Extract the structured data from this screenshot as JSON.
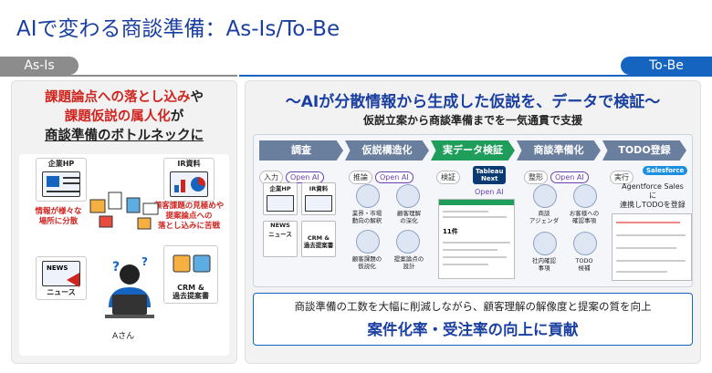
{
  "title": {
    "prefix": "AIで変わる",
    "main": "商談準備：As-Is/To-Be"
  },
  "labels": {
    "asis": "As-Is",
    "tobe": "To-Be"
  },
  "asis": {
    "head_line1_red": "課題論点への落とし込み",
    "head_line1_blk": "や",
    "head_line2_red": "課題仮説の属人化",
    "head_line2_blk": "が",
    "head_line3": "商談準備のボトルネックに",
    "cards": {
      "hp": "企業HP",
      "ir": "IR資料",
      "news": "ニュース",
      "crm": "CRM &\n過去提案書"
    },
    "red_left": "情報が様々な\n場所に分散",
    "red_right": "顧客課題の見極めや\n提案論点への\n落とし込みに苦戦",
    "person": "Aさん"
  },
  "tobe": {
    "head": "～AIが分散情報から生成した仮説を、データで検証～",
    "sub": "仮説立案から商談準備までを一気通貫で支援",
    "steps": [
      "調査",
      "仮説構造化",
      "実データ検証",
      "商談準備化",
      "TODO登録"
    ],
    "c1": {
      "tag1": "入力",
      "tag2": "Open AI",
      "m1": "企業HP",
      "m2": "IR資料",
      "m3": "NEWS\nニュース",
      "m4": "CRM &\n過去提案書"
    },
    "c2": {
      "tag1": "推論",
      "tag2": "Open AI",
      "i1": "業界・市場\n動向の解釈",
      "i2": "顧客理解\nの深化",
      "i3": "顧客課題の\n仮説化",
      "i4": "提案論点の\n設計"
    },
    "c3": {
      "tag1": "検証",
      "tableau": "Tableau\nNext",
      "ai": "Open AI",
      "kpi": "11件"
    },
    "c4": {
      "tag1": "整形",
      "tag2": "Open AI",
      "i1": "商談\nアジェンダ",
      "i2": "お客様への\n確認事項",
      "i3": "社内確認\n事項",
      "i4": "TODO\n候補"
    },
    "c5": {
      "tag1": "実行",
      "sf": "Salesforce",
      "text": "Agentforce Sales\nに\n連携しTODOを登録"
    },
    "bottom_l1": "商談準備の工数を大幅に削減しながら、顧客理解の解像度と提案の質を向上",
    "bottom_l2": "案件化率・受注率の向上に貢献"
  },
  "colors": {
    "brand": "#1a3fa0",
    "accent": "#1565c0",
    "red": "#d0241f",
    "green": "#1e9e5a",
    "asis_gray": "#8c8c8c"
  }
}
